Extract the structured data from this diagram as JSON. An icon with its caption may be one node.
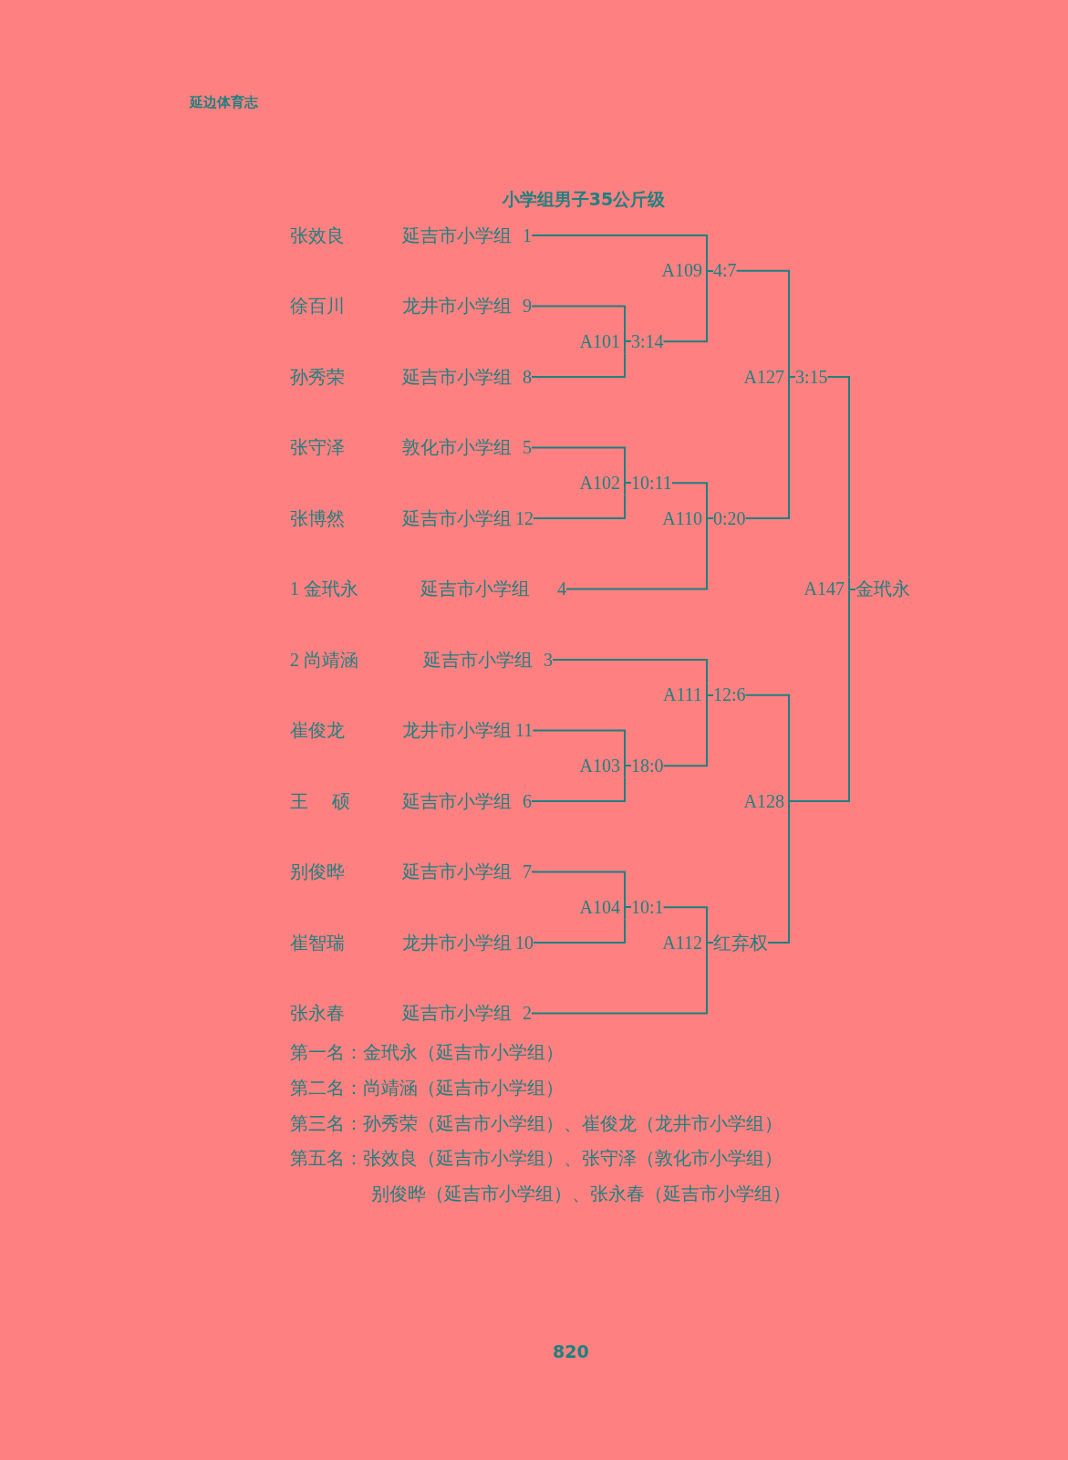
{
  "diagram": {
    "title": "小学组男子35公斤级",
    "nodes": [
      {
        "text": [
          "张效良",
          "延吉市小学组",
          "1"
        ]
      },
      {
        "text": [
          "徐百川",
          "龙井市小学组",
          "9"
        ]
      },
      {
        "text": [
          "孙秀荣",
          "延吉市小学组",
          "8"
        ]
      },
      {
        "text": [
          "张守泽",
          "敦化市小学组",
          "5"
        ]
      },
      {
        "text": [
          "张博然",
          "延吉市小学组",
          "12"
        ]
      },
      {
        "text": [
          "1 金玳永",
          "延吉市小学组",
          "4"
        ]
      },
      {
        "text": [
          "2 尚靖涵",
          "延吉市小学组",
          "3"
        ]
      },
      {
        "text": [
          "崔俊龙",
          "龙井市小学组",
          "11"
        ]
      },
      {
        "text": [
          "王 硕",
          "延吉市小学组",
          "6"
        ]
      },
      {
        "text": [
          "别俊晔",
          "延吉市小学组",
          "7"
        ]
      },
      {
        "text": [
          "崔智瑞",
          "龙井市小学组",
          "10"
        ]
      },
      {
        "text": [
          "张永春",
          "延吉市小学组",
          "2"
        ]
      },
      {
        "text": [
          "A101",
          "3:14"
        ]
      },
      {
        "text": [
          "A102",
          "10:11"
        ]
      },
      {
        "text": [
          "A103",
          "18:0"
        ]
      },
      {
        "text": [
          "A104",
          "10:1"
        ]
      },
      {
        "text": [
          "A109",
          "4:7"
        ]
      },
      {
        "text": [
          "A110",
          "0:20"
        ]
      },
      {
        "text": [
          "A111",
          "12:6"
        ]
      },
      {
        "text": [
          "A112",
          "红弃权"
        ]
      },
      {
        "text": [
          "A127",
          "3:15"
        ]
      },
      {
        "text": [
          "A128"
        ]
      },
      {
        "text": [
          "A147",
          "金玳永"
        ]
      }
    ],
    "edges": [
      {
        "from": 1,
        "to": 12,
        "arrow": "none"
      },
      {
        "from": 2,
        "to": 12,
        "arrow": "none"
      },
      {
        "from": 3,
        "to": 13,
        "arrow": "none"
      },
      {
        "from": 4,
        "to": 13,
        "arrow": "none"
      },
      {
        "from": 7,
        "to": 14,
        "arrow": "none"
      },
      {
        "from": 8,
        "to": 14,
        "arrow": "none"
      },
      {
        "from": 9,
        "to": 15,
        "arrow": "none"
      },
      {
        "from": 10,
        "to": 15,
        "arrow": "none"
      },
      {
        "from": 0,
        "to": 16,
        "arrow": "none"
      },
      {
        "from": 12,
        "to": 16,
        "arrow": "none"
      },
      {
        "from": 13,
        "to": 17,
        "arrow": "none"
      },
      {
        "from": 5,
        "to": 17,
        "arrow": "none"
      },
      {
        "from": 6,
        "to": 18,
        "arrow": "none"
      },
      {
        "from": 14,
        "to": 18,
        "arrow": "none"
      },
      {
        "from": 15,
        "to": 19,
        "arrow": "none"
      },
      {
        "from": 11,
        "to": 19,
        "arrow": "none"
      },
      {
        "from": 16,
        "to": 20,
        "arrow": "none"
      },
      {
        "from": 17,
        "to": 20,
        "arrow": "none"
      },
      {
        "from": 18,
        "to": 21,
        "arrow": "none"
      },
      {
        "from": 19,
        "to": 21,
        "arrow": "none"
      },
      {
        "from": 20,
        "to": 22,
        "arrow": "none"
      },
      {
        "from": 21,
        "to": 22,
        "arrow": "none"
      }
    ],
    "labels": [
      "延边体育志",
      "第一名：金玳永（延吉市小学组）",
      "第二名：尚靖涵（延吉市小学组）",
      "第三名：孙秀荣（延吉市小学组）、崔俊龙（龙井市小学组）",
      "第五名：张效良（延吉市小学组）、张守泽（敦化市小学组）",
      "别俊晔（延吉市小学组）、张永春（延吉市小学组）",
      "820"
    ]
  }
}
